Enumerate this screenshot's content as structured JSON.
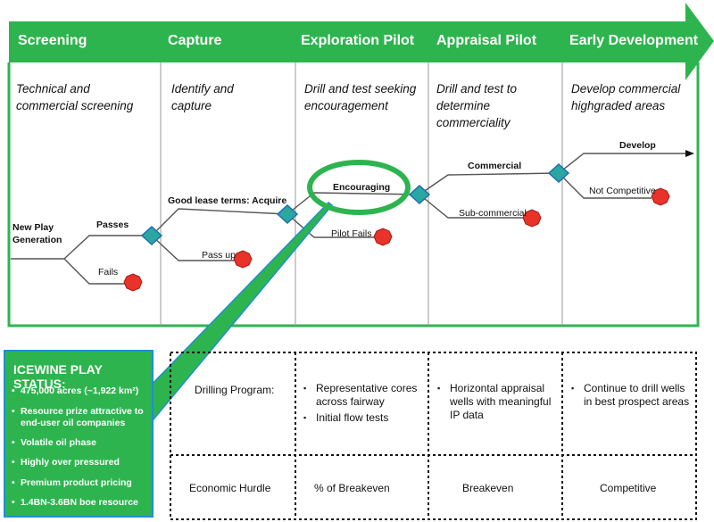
{
  "stages": [
    {
      "title": "Screening",
      "description": "Technical and commercial screening"
    },
    {
      "title": "Capture",
      "description": "Identify and capture"
    },
    {
      "title": "Exploration Pilot",
      "description": "Drill and test seeking encouragement"
    },
    {
      "title": "Appraisal Pilot",
      "description": "Drill and test to determine commerciality"
    },
    {
      "title": "Early Development",
      "description": "Develop commercial highgraded areas"
    }
  ],
  "flow": {
    "start": "New Play Generation",
    "passes": "Passes",
    "fails": "Fails",
    "acquire": "Good lease terms: Acquire",
    "pass_up": "Pass up",
    "encouraging": "Encouraging",
    "pilot_fails": "Pilot Fails",
    "commercial": "Commercial",
    "sub_commercial": "Sub-commercial",
    "develop": "Develop",
    "not_competitive": "Not Competitive"
  },
  "status": {
    "title": "ICEWINE PLAY STATUS:",
    "items": [
      "475,000 acres (~1,922 km²)",
      "Resource prize attractive to end-user oil companies",
      "Volatile oil phase",
      "Highly over pressured",
      "Premium product pricing",
      "1.4BN-3.6BN boe resource"
    ]
  },
  "table": {
    "drilling_label": "Drilling Program:",
    "exploration_bullets": [
      "Representative cores across fairway",
      "Initial flow tests"
    ],
    "appraisal_bullets": [
      "Horizontal appraisal wells with meaningful IP data"
    ],
    "development_bullets": [
      "Continue to drill wells in best prospect areas"
    ],
    "hurdle_label": "Economic Hurdle",
    "hurdles": [
      "% of Breakeven",
      "Breakeven",
      "Competitive"
    ]
  },
  "colors": {
    "banner": "#2eb44f",
    "diamond": "#2aa7a0",
    "stop": "#e8322a",
    "status_border": "#1f8fd0"
  }
}
